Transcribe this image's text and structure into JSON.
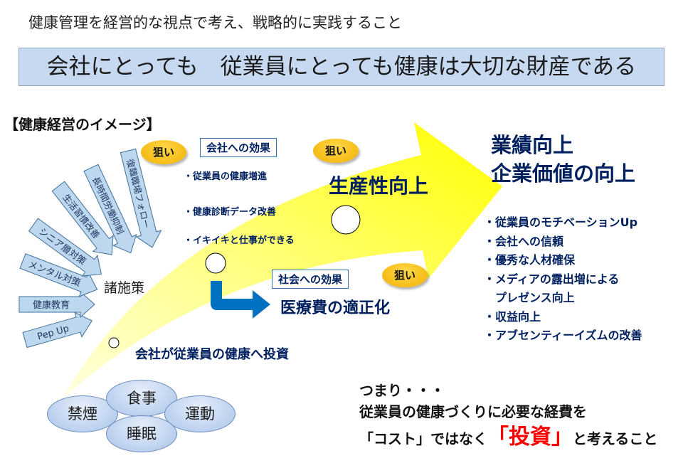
{
  "subtitle": "健康管理を経営的な視点で考え、戦略的に実践すること",
  "banner": "会社にとっても　従業員にとっても健康は大切な財産である",
  "image_title": "【健康経営のイメージ】",
  "aim_label": "狙い",
  "measures": {
    "label": "諸施策",
    "items": [
      "Pep Up",
      "健康教育",
      "メンタル対策",
      "シニア層対策",
      "生活習慣改善",
      "長時間労働抑制",
      "復職職場フォロー"
    ]
  },
  "company_effect": {
    "title": "会社への効果",
    "items": [
      "・従業員の健康増進",
      "・健康診断データ改善",
      "・イキイキと仕事ができる"
    ]
  },
  "productivity": "生産性向上",
  "society_effect": {
    "title": "社会への効果",
    "result": "医療費の適正化"
  },
  "investment": "会社が従業員の健康へ投資",
  "goal": {
    "line1": "業績向上",
    "line2": "企業価値の向上",
    "items": [
      "・従業員のモチベーションUp",
      "・会社への信頼",
      "・優秀な人材確保",
      "・メディアの露出増による",
      "　プレゼンス向上",
      "・収益向上",
      "・アブセンティーイズムの改善"
    ]
  },
  "basics": [
    "禁煙",
    "食事",
    "運動",
    "睡眠"
  ],
  "conclusion": {
    "line1": "つまり・・・",
    "line2": "従業員の健康づくりに必要な経費を",
    "pre": "「コスト」ではなく",
    "highlight": "「投資」",
    "post": "と考えること"
  },
  "colors": {
    "navy": "#002060",
    "highlight": "#ff0000",
    "arrow_yellow": "#ffff00",
    "measure_fill": "#bdd7ee"
  }
}
